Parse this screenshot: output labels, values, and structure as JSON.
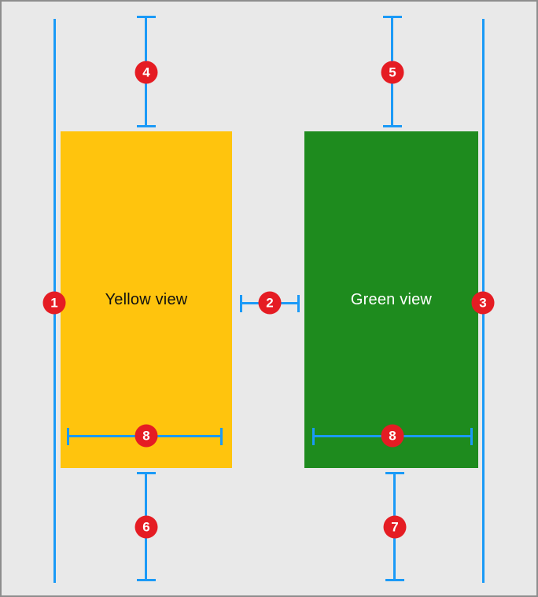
{
  "colors": {
    "canvas_background": "#e9e9e9",
    "canvas_border": "#8e8e8e",
    "constraint_blue": "#1b9af7",
    "badge_red": "#e51c23",
    "yellow_view": "#ffc40d",
    "green_view": "#1e8b1e"
  },
  "views": {
    "yellow": {
      "label": "Yellow view"
    },
    "green": {
      "label": "Green view"
    }
  },
  "badges": {
    "n1": "1",
    "n2": "2",
    "n3": "3",
    "n4": "4",
    "n5": "5",
    "n6": "6",
    "n7": "7",
    "n8a": "8",
    "n8b": "8"
  }
}
